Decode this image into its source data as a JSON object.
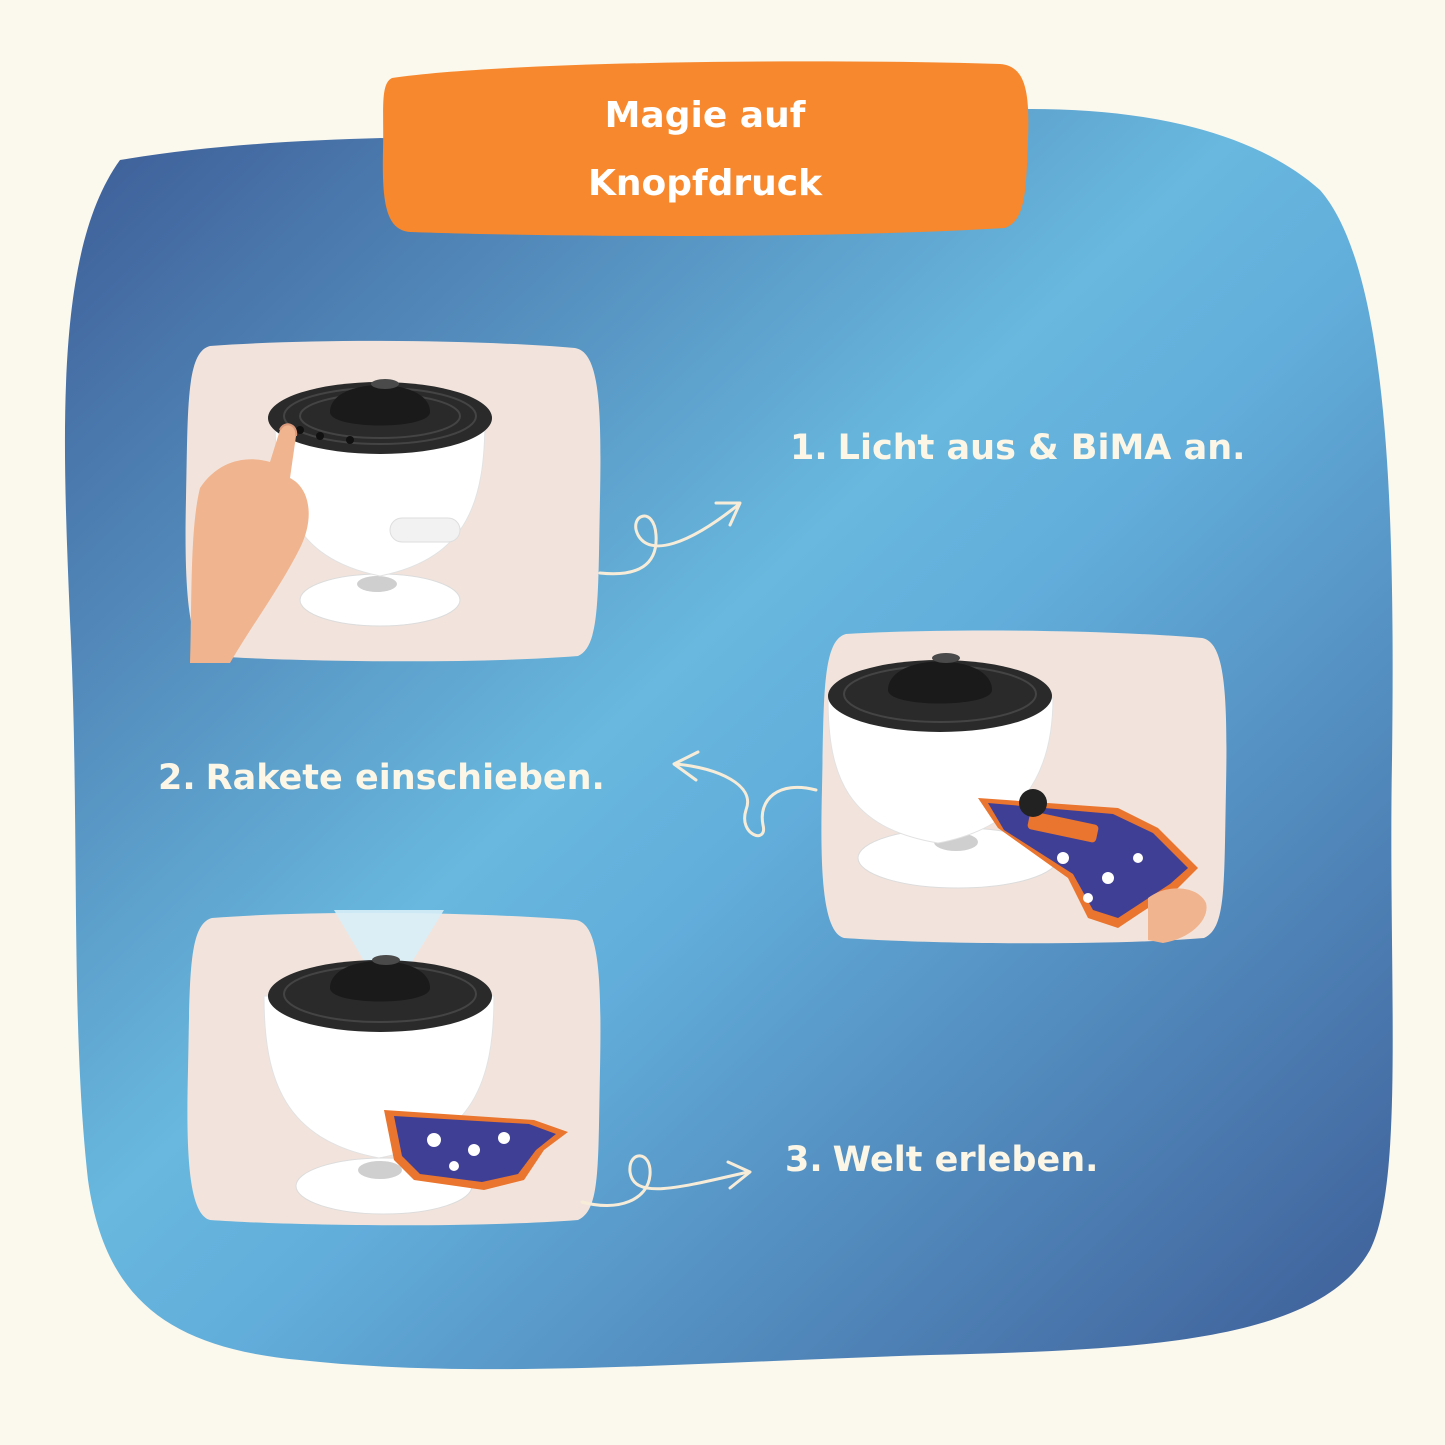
{
  "title": {
    "line1": "Magie auf",
    "line2": "Knopfdruck"
  },
  "steps": [
    {
      "number": "1.",
      "text": "Licht aus & BiMA an."
    },
    {
      "number": "2.",
      "text": "Rakete einschieben."
    },
    {
      "number": "3.",
      "text": "Welt erleben."
    }
  ],
  "colors": {
    "page_background": "#fbf8ee",
    "blob_dark": "#3f5e98",
    "blob_light": "#68b7de",
    "banner": "#f7882d",
    "card_background": "#f2e4dc",
    "step_text": "#fbf6e6"
  },
  "icons": [
    "pointing-hand-icon",
    "curly-arrow-icon",
    "rocket-card-icon",
    "projector-icon"
  ]
}
